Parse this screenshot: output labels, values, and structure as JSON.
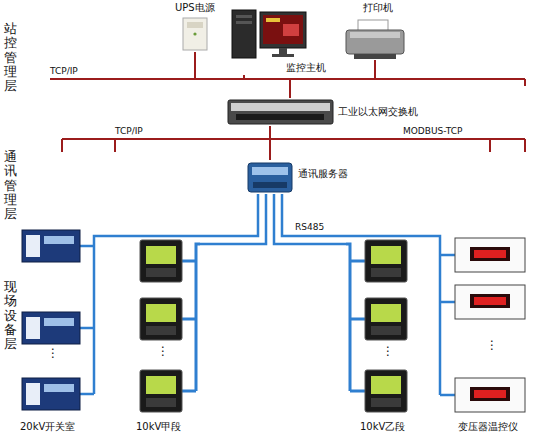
{
  "diagram": {
    "nodes": [
      {
        "text": [
          "UPS电源"
        ]
      },
      {
        "text": [
          "监控主机"
        ]
      },
      {
        "text": [
          "打印机"
        ]
      },
      {
        "text": [
          "工业以太网交换机"
        ]
      },
      {
        "text": [
          "通讯服务器"
        ]
      },
      {
        "text": [
          "20kV开关室"
        ]
      },
      {
        "text": [
          "10kV甲段"
        ]
      },
      {
        "text": [
          "10kV乙段"
        ]
      },
      {
        "text": [
          "变压器温控仪"
        ]
      }
    ],
    "edges": [
      {
        "from": 0,
        "to": 3,
        "arrow": "none"
      },
      {
        "from": 1,
        "to": 3,
        "arrow": "none"
      },
      {
        "from": 2,
        "to": 3,
        "arrow": "none"
      },
      {
        "from": 3,
        "to": 4,
        "arrow": "none"
      },
      {
        "from": 4,
        "to": 5,
        "arrow": "none"
      },
      {
        "from": 4,
        "to": 6,
        "arrow": "none"
      },
      {
        "from": 4,
        "to": 7,
        "arrow": "none"
      },
      {
        "from": 4,
        "to": 8,
        "label": "RS485",
        "arrow": "none"
      }
    ],
    "labels": [
      "站控管理层",
      "通讯管理层",
      "现场设备层",
      "TCP/IP",
      "TCP/IP",
      "MODBUS-TCP",
      "⋮",
      "⋮",
      "⋮",
      "⋮"
    ]
  }
}
